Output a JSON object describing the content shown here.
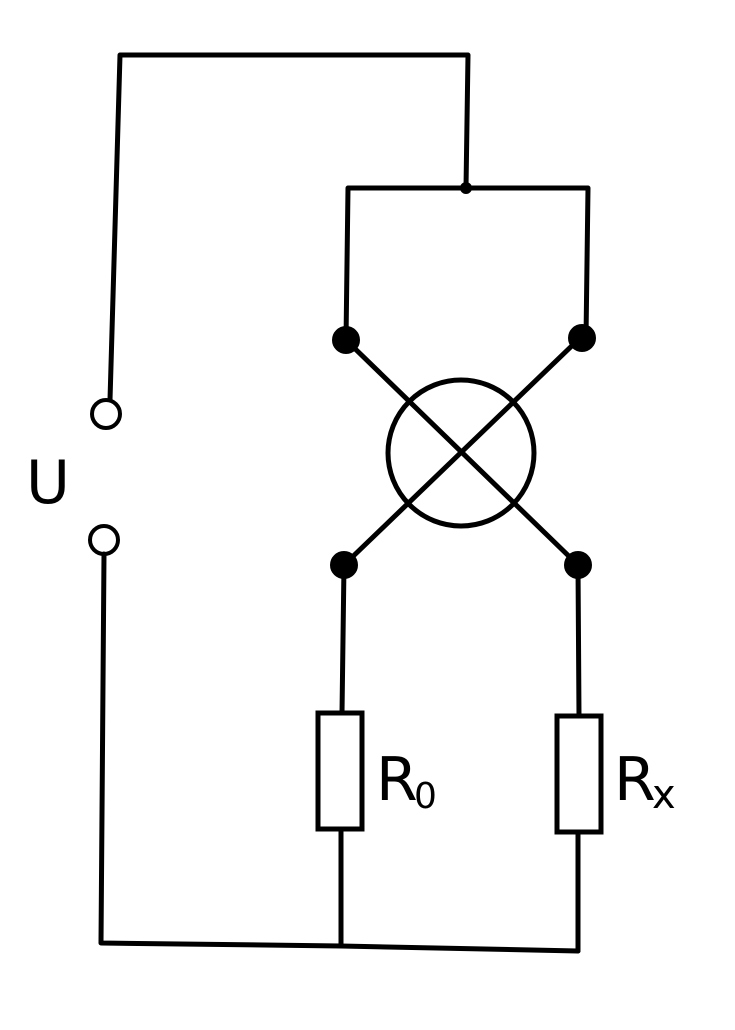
{
  "labels": {
    "source": "U",
    "r0_main": "R",
    "r0_sub": "0",
    "rx_main": "R",
    "rx_sub": "x"
  },
  "colors": {
    "ink": "#000000",
    "paper": "#ffffff"
  },
  "symbols": {
    "source_terminals": "open-circle-terminals",
    "meter": "crossed-coil-meter",
    "resistors": "rectangular-resistor"
  }
}
